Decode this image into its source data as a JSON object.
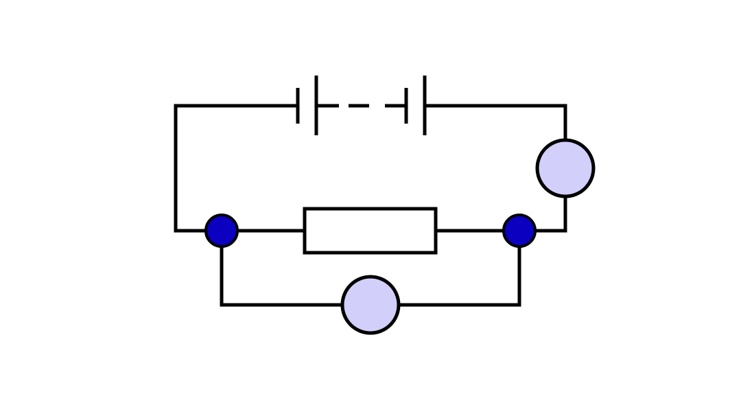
{
  "diagram": {
    "kind": "circuit-schematic",
    "components": {
      "battery": {
        "type": "multi-cell-battery",
        "cells": 2,
        "linked_by": "dashed-line"
      },
      "resistor": {
        "type": "resistor"
      },
      "series_meter": {
        "type": "meter",
        "connection": "series"
      },
      "parallel_meter": {
        "type": "meter",
        "connection": "parallel-with-resistor"
      },
      "junctions": 2
    },
    "colors": {
      "wire": "#000000",
      "meter_fill": "#d2d0fb",
      "junction_fill": "#0b00c0",
      "resistor_fill": "#ffffff",
      "background": "#ffffff"
    }
  }
}
